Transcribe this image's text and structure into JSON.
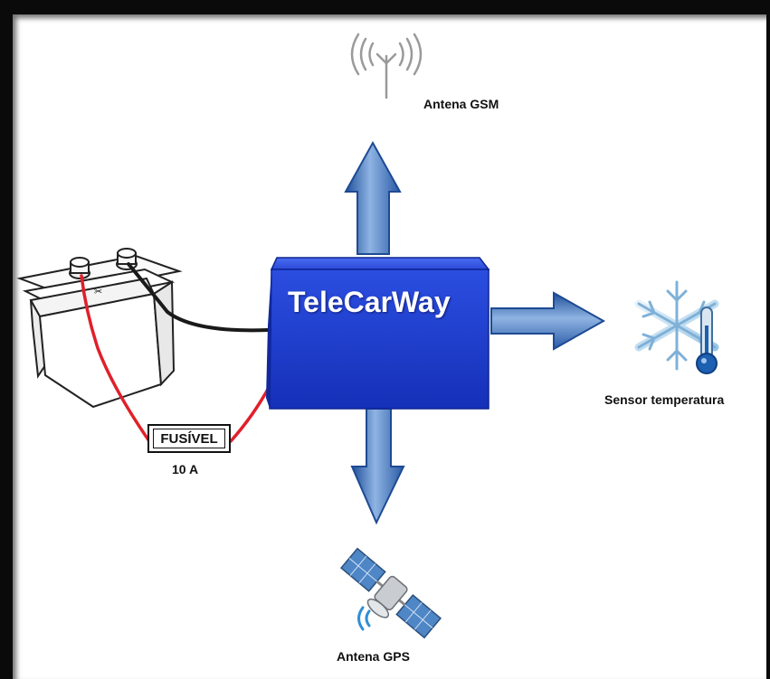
{
  "device": {
    "name": "TeleCarWay"
  },
  "labels": {
    "gsm_antenna": "Antena GSM",
    "gps_antenna": "Antena GPS",
    "temperature_sensor": "Sensor temperatura",
    "fuse": "FUSÍVEL",
    "fuse_rating": "10 A"
  },
  "colors": {
    "device_blue": "#1f3fd0",
    "arrow_blue": "#3a6fb8",
    "positive_wire": "#e0202a",
    "negative_wire": "#1a1a1a",
    "frame": "#0a0a0a"
  },
  "icons": {
    "gsm": "antenna-icon",
    "gps": "satellite-icon",
    "sensor": "snowflake-thermometer-icon",
    "power": "battery-icon"
  }
}
